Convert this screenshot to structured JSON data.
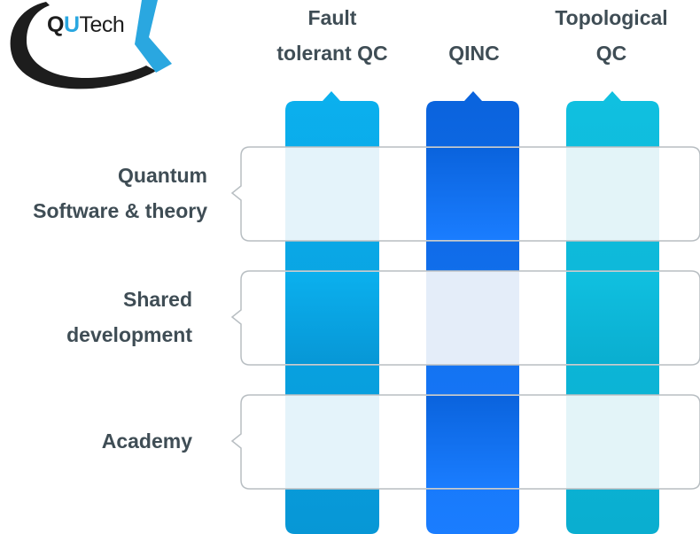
{
  "logo": {
    "letter_q": "Q",
    "letter_u": "U",
    "rest": "Tech"
  },
  "columns": [
    {
      "title_line1": "Fault",
      "title_line2": "tolerant QC",
      "color": "#0aa2e4"
    },
    {
      "title_line1": "",
      "title_line2": "QINC",
      "color": "#0a6be6"
    },
    {
      "title_line1": "Topological",
      "title_line2": "QC",
      "color": "#14b3d6"
    }
  ],
  "rows": [
    {
      "line1": "Quantum",
      "line2": "Software & theory"
    },
    {
      "line1": "Shared",
      "line2": "development"
    },
    {
      "line1": "Academy",
      "line2": ""
    }
  ],
  "colors": {
    "text": "#3f4d55",
    "row_border": "#b8bec2",
    "logo_dark": "#1d1d1d",
    "logo_accent": "#2aa7e0"
  }
}
